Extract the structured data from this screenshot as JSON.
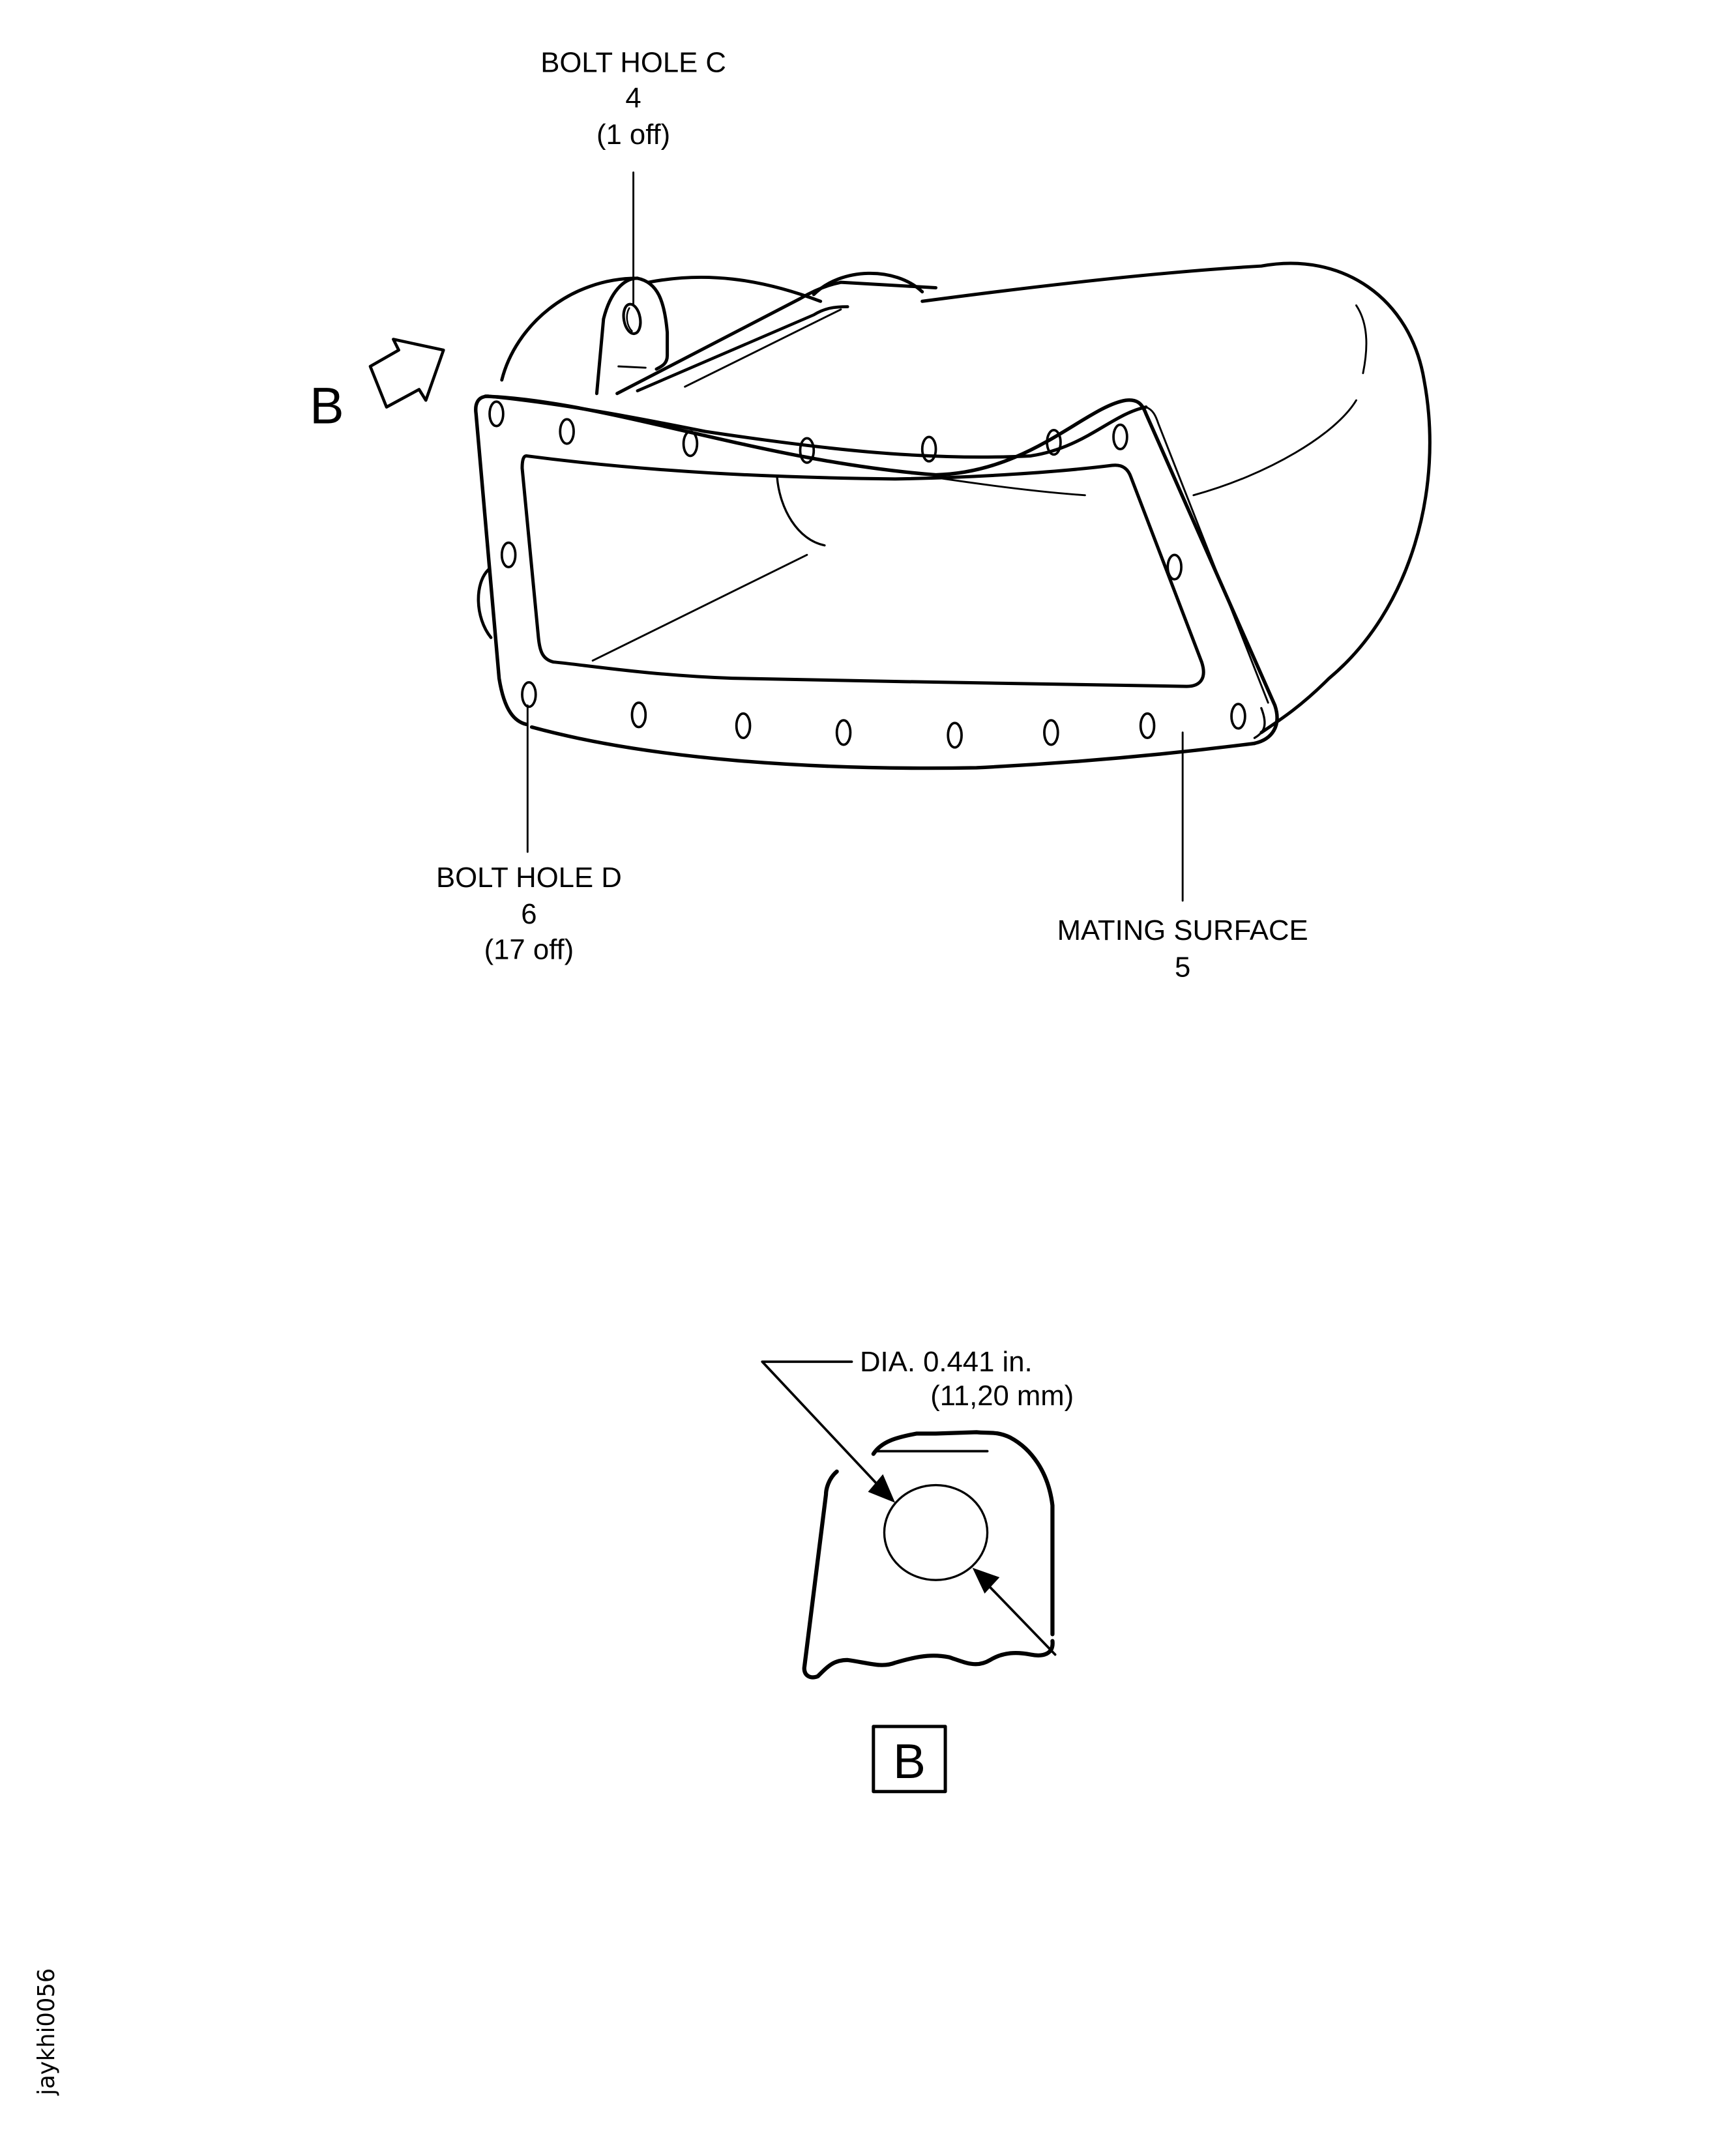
{
  "figure_id": "jaykhi0056",
  "main_view": {
    "view_arrow_label": "B",
    "callouts": {
      "bolt_hole_c": {
        "title": "BOLT HOLE C",
        "item": "4",
        "qty": "(1 off)"
      },
      "bolt_hole_d": {
        "title": "BOLT HOLE D",
        "item": "6",
        "qty": "(17 off)"
      },
      "mating_surface": {
        "title": "MATING SURFACE",
        "item": "5"
      }
    }
  },
  "detail_view": {
    "dimension_line1": "DIA. 0.441 in.",
    "dimension_line2": "(11,20 mm)",
    "view_label": "B"
  },
  "colors": {
    "line": "#000000",
    "background": "#ffffff"
  }
}
